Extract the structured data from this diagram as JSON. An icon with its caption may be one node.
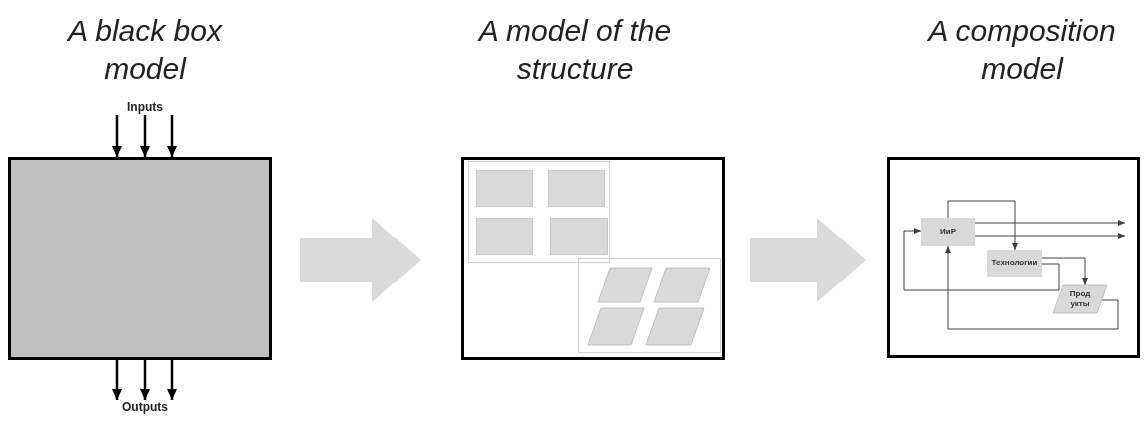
{
  "diagram": {
    "nodes": [
      {
        "text": [],
        "shape": "box"
      },
      {
        "text": [],
        "shape": "box"
      },
      {
        "text": [],
        "shape": "box",
        "in": 1
      },
      {
        "text": [],
        "shape": "box",
        "in": 2
      },
      {
        "text": [],
        "shape": "box",
        "in": 2
      },
      {
        "text": [],
        "shape": "box",
        "in": 2
      },
      {
        "text": [],
        "shape": "box",
        "in": 2
      },
      {
        "text": [],
        "shape": "box",
        "in": 1
      },
      {
        "text": [],
        "shape": "parallelogram",
        "in": 7
      },
      {
        "text": [],
        "shape": "parallelogram",
        "in": 7
      },
      {
        "text": [],
        "shape": "parallelogram",
        "in": 7
      },
      {
        "text": [],
        "shape": "parallelogram",
        "in": 7
      },
      {
        "text": [],
        "shape": "box"
      },
      {
        "text": [
          "ИиР"
        ],
        "in": 12
      },
      {
        "text": [
          "Технологии"
        ],
        "in": 12
      },
      {
        "text": [
          "Прод укты"
        ],
        "in": 12
      },
      {
        "text": [
          "Inputs"
        ]
      },
      {
        "text": [
          "Outputs"
        ]
      }
    ],
    "edges": [
      {
        "from": 16,
        "to": 0,
        "arrow": "to"
      },
      {
        "from": 16,
        "to": 0,
        "arrow": "to"
      },
      {
        "from": 16,
        "to": 0,
        "arrow": "to"
      },
      {
        "from": 0,
        "to": 17,
        "arrow": "to"
      },
      {
        "from": 0,
        "to": 17,
        "arrow": "to"
      },
      {
        "from": 0,
        "to": 17,
        "arrow": "to"
      },
      {
        "from": 0,
        "to": 1,
        "arrow": "to",
        "style": "thick",
        "color": "#d9d9d9"
      },
      {
        "from": 1,
        "to": 12,
        "arrow": "to",
        "style": "thick",
        "color": "#d9d9d9"
      },
      {
        "from": 13,
        "to": 14,
        "arrow": "to"
      },
      {
        "from": 13,
        "to": null,
        "arrow": "to"
      },
      {
        "from": 13,
        "to": null,
        "arrow": "to"
      },
      {
        "from": 14,
        "to": 15,
        "arrow": "to"
      },
      {
        "from": 14,
        "to": 13,
        "arrow": "to"
      },
      {
        "from": 15,
        "to": 13,
        "arrow": "to"
      }
    ],
    "labels": [
      "A black box model",
      "A model of the structure",
      "A composition model"
    ]
  }
}
